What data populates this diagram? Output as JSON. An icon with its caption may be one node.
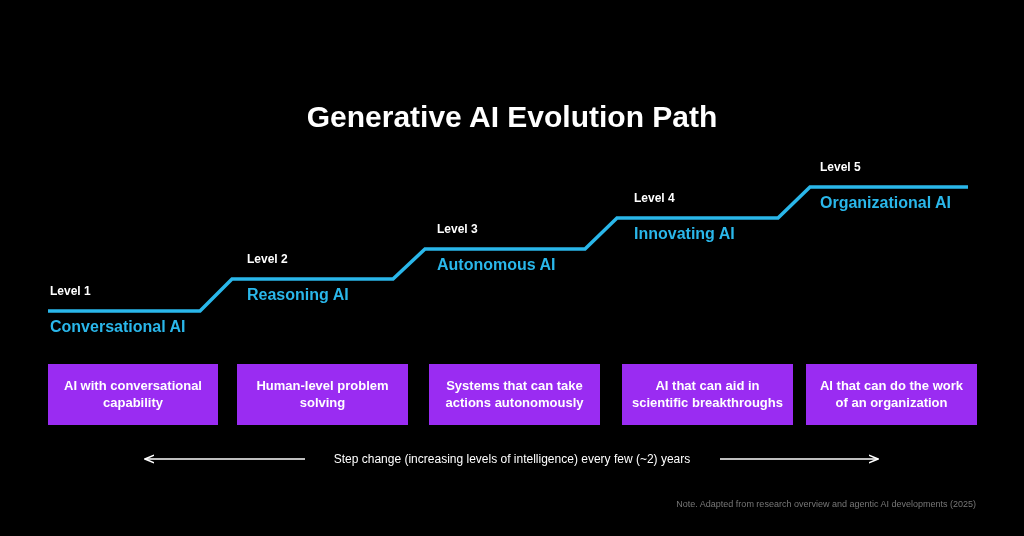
{
  "diagram": {
    "title": "Generative AI Evolution Path",
    "nodes": [
      {
        "text": [
          "AI with conversational capability"
        ]
      },
      {
        "text": [
          "Human-level problem solving"
        ]
      },
      {
        "text": [
          "Systems that can take actions autonomously"
        ]
      },
      {
        "text": [
          "AI that can aid in scientific breakthroughs"
        ]
      },
      {
        "text": [
          "AI that can do the work of an organization"
        ]
      }
    ],
    "labels": [
      "Level 1",
      "Conversational AI",
      "Level 2",
      "Reasoning AI",
      "Level 3",
      "Autonomous AI",
      "Level 4",
      "Innovating AI",
      "Level 5",
      "Organizational AI",
      "Step change (increasing levels of intelligence) every few (~2) years",
      "Note. Adapted from research overview and agentic AI developments (2025)"
    ]
  }
}
